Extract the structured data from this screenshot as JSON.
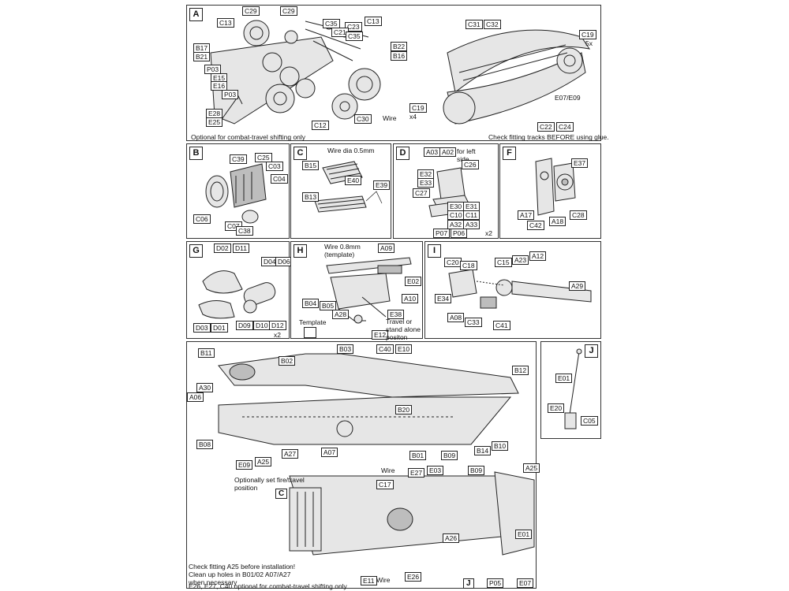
{
  "panels": {
    "A": {
      "letter": "A",
      "labels": [
        "C29",
        "C29",
        "C13",
        "C35",
        "C23",
        "C13",
        "C21",
        "C35",
        "B22",
        "B16",
        "B17",
        "B21",
        "P03",
        "E15",
        "E16",
        "P03",
        "E28",
        "E25",
        "C12",
        "C30",
        "C31",
        "C32",
        "C19",
        "C19",
        "E07/E09",
        "C22",
        "C24"
      ],
      "wire": "Wire",
      "x4": "x4",
      "x5": "5x",
      "note_left": "Optional for combat-travel shifting only",
      "note_right": "Check fitting tracks BEFORE using glue."
    },
    "B": {
      "letter": "B",
      "labels": [
        "C39",
        "C25",
        "C03",
        "C04",
        "C06",
        "C07",
        "C38"
      ]
    },
    "C": {
      "letter": "C",
      "labels": [
        "B15",
        "E40",
        "B13",
        "E39"
      ],
      "wire": "Wire dia 0.5mm"
    },
    "D": {
      "letter": "D",
      "labels": [
        "A03",
        "A02",
        "C26",
        "E32",
        "E33",
        "C27",
        "E30",
        "E31",
        "C10",
        "C11",
        "A32",
        "A33",
        "P07",
        "P06"
      ],
      "note": "for left side",
      "x2": "x2"
    },
    "F": {
      "letter": "F",
      "labels": [
        "E37",
        "A17",
        "A18",
        "C28",
        "C42"
      ]
    },
    "G": {
      "letter": "G",
      "labels": [
        "D02",
        "D11",
        "D04",
        "D06",
        "D03",
        "D01",
        "D09",
        "D10",
        "D12"
      ],
      "x2": "x2"
    },
    "H": {
      "letter": "H",
      "labels": [
        "A09",
        "E02",
        "A10",
        "B04",
        "B05",
        "A28",
        "E38",
        "E12"
      ],
      "wire": "Wire 0.8mm (template)",
      "template": "Template",
      "note": "Travel or stand alone positon"
    },
    "I": {
      "letter": "I",
      "labels": [
        "C20",
        "C18",
        "C15",
        "A23",
        "A12",
        "A29",
        "E34",
        "A08",
        "C33",
        "C41"
      ]
    },
    "main": {
      "labels": [
        "B11",
        "B03",
        "C40",
        "E10",
        "B02",
        "B12",
        "A30",
        "A06",
        "B20",
        "B08",
        "E09",
        "A25",
        "A27",
        "A07",
        "B01",
        "B09",
        "B14",
        "B10",
        "C17",
        "E27",
        "E03",
        "B09",
        "A25",
        "A26",
        "E01",
        "E11",
        "E26",
        "P05",
        "E07"
      ],
      "wire1": "Wire",
      "wire2": "Wire",
      "optionally": "Optionally set fire/travel position",
      "callout_c": "C",
      "callout_j": "J",
      "note1": "Check fitting A25 before installation!",
      "note2": "Clean up holes in B01/02 A07/A27 when necessary",
      "note3": "E26, E27, C40 optional for combat-travel shifting only"
    },
    "J": {
      "letter": "J",
      "labels": [
        "E01",
        "E20",
        "C05"
      ]
    }
  }
}
